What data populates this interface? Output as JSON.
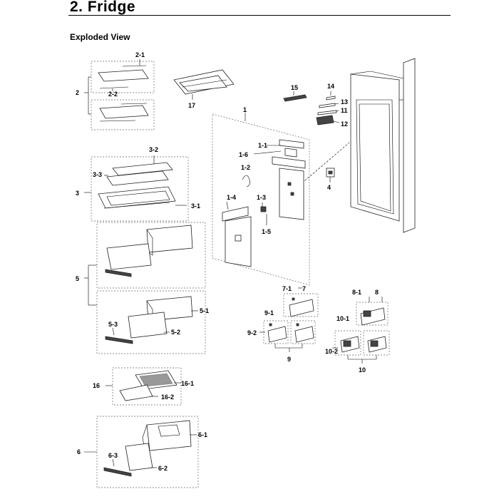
{
  "header": {
    "title": "2.  Fridge",
    "subtitle": "Exploded View"
  },
  "labels": {
    "p2": "2",
    "p2_1": "2-1",
    "p2_2": "2-2",
    "p17": "17",
    "p15": "15",
    "p14": "14",
    "p13": "13",
    "p11": "11",
    "p12": "12",
    "p1": "1",
    "p1_1": "1-1",
    "p1_6": "1-6",
    "p1_2": "1-2",
    "p4": "4",
    "p3": "3",
    "p3_2": "3-2",
    "p3_3": "3-3",
    "p3_1": "3-1",
    "p1_4": "1-4",
    "p1_3": "1-3",
    "p1_5": "1-5",
    "p5": "5",
    "p5_1": "5-1",
    "p5_2": "5-2",
    "p5_3": "5-3",
    "p7": "7",
    "p7_1": "7-1",
    "p8": "8",
    "p8_1": "8-1",
    "p9": "9",
    "p9_1": "9-1",
    "p9_2": "9-2",
    "p10": "10",
    "p10_1": "10-1",
    "p10_2": "10-2",
    "p16": "16",
    "p16_1": "16-1",
    "p16_2": "16-2",
    "p6": "6",
    "p6_1": "6-1",
    "p6_2": "6-2",
    "p6_3": "6-3"
  }
}
